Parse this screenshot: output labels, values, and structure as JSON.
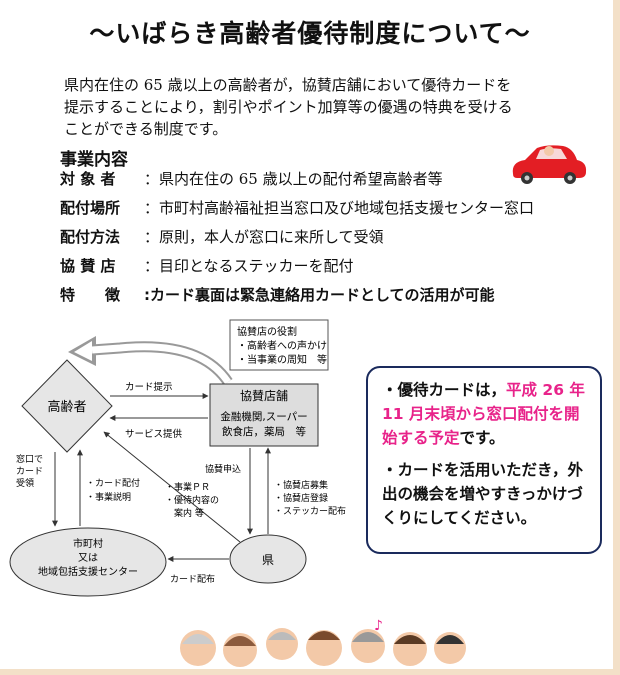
{
  "title": "〜いばらき高齢者優待制度について〜",
  "intro": [
    "県内在住の 65 歳以上の高齢者が，協賛店舗において優待カードを",
    "提示することにより，割引やポイント加算等の優遇の特典を受ける",
    "ことができる制度です。"
  ],
  "section_title": "事業内容",
  "details": [
    {
      "label": "対 象 者",
      "value": "：県内在住の 65 歳以上の配付希望高齢者等"
    },
    {
      "label": "配付場所",
      "value": "：市町村高齢福祉担当窓口及び地域包括支援センター窓口"
    },
    {
      "label": "配付方法",
      "value": "：原則，本人が窓口に来所して受領"
    },
    {
      "label": "協 賛 店",
      "value": "：目印となるステッカーを配付"
    },
    {
      "label": "特　　徴",
      "value": ":カード裏面は緊急連絡用カードとしての活用が可能"
    }
  ],
  "diagram": {
    "box_note": [
      "協賛店の役割",
      "・高齢者への声かけ",
      "・当事業の周知　等"
    ],
    "elder": "高齢者",
    "shop_title": "協賛店舗",
    "shop_body": [
      "金融機関,スーパー",
      "飲食店，薬局　等"
    ],
    "muni": [
      "市町村",
      "又は",
      "地域包括支援センター"
    ],
    "pref": "県",
    "card_present": "カード提示",
    "service": "サービス提供",
    "window_card": [
      "窓口で",
      "カード",
      "受領"
    ],
    "card_dist_explain": [
      "・カード配付",
      "・事業説明"
    ],
    "pr": [
      "・事業ＰＲ",
      "・優待内容の",
      "　案内 等"
    ],
    "apply": "協賛申込",
    "recruit": [
      "・協賛店募集",
      "・協賛店登録",
      "・ステッカー配布"
    ],
    "card_dist": "カード配布"
  },
  "notice": {
    "p1_pre": "・優待カードは，",
    "p1_pink": "平成 26 年 11 月末頃から窓口配付を開始する予定",
    "p1_post": "です。",
    "p2": "・カードを活用いただき，外出の機会を増やすきっかけづくりにしてください。"
  },
  "colors": {
    "pink": "#e8238a",
    "navy": "#1a2a5c",
    "car_red": "#e31e24"
  }
}
